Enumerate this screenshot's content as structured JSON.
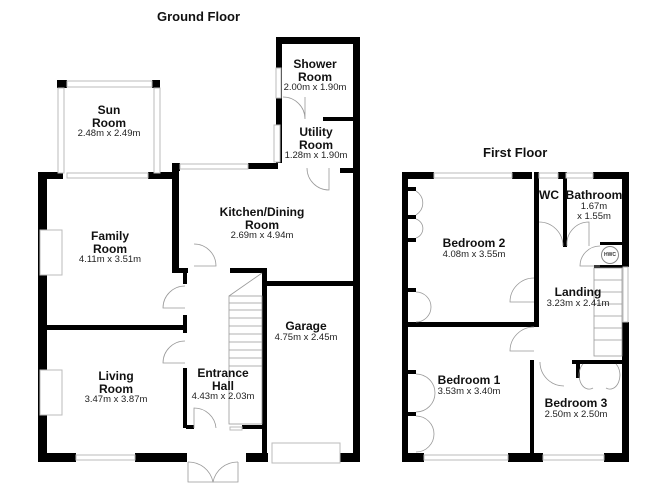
{
  "ground_floor": {
    "title": "Ground Floor",
    "rooms": [
      {
        "name": "Sun Room",
        "line1": "Sun",
        "line2": "Room",
        "dims": "2.48m x 2.49m"
      },
      {
        "name": "Shower Room",
        "line1": "Shower",
        "line2": "Room",
        "dims": "2.00m x 1.90m"
      },
      {
        "name": "Utility Room",
        "line1": "Utility",
        "line2": "Room",
        "dims": "1.28m x 1.90m"
      },
      {
        "name": "Family Room",
        "line1": "Family",
        "line2": "Room",
        "dims": "4.11m x 3.51m"
      },
      {
        "name": "Kitchen/Dining Room",
        "line1": "Kitchen/Dining",
        "line2": "Room",
        "dims": "2.69m x 4.94m"
      },
      {
        "name": "Garage",
        "line1": "Garage",
        "line2": "",
        "dims": "4.75m x 2.45m"
      },
      {
        "name": "Living Room",
        "line1": "Living",
        "line2": "Room",
        "dims": "3.47m x 3.87m"
      },
      {
        "name": "Entrance Hall",
        "line1": "Entrance",
        "line2": "Hall",
        "dims": "4.43m x 2.03m"
      }
    ]
  },
  "first_floor": {
    "title": "First Floor",
    "rooms": [
      {
        "name": "Bedroom 2",
        "line1": "Bedroom 2",
        "dims": "4.08m x 3.55m"
      },
      {
        "name": "WC",
        "line1": "WC",
        "dims": ""
      },
      {
        "name": "Bathroom",
        "line1": "Bathroom",
        "dims_line1": "1.67m",
        "dims_line2": "x 1.55m"
      },
      {
        "name": "Landing",
        "line1": "Landing",
        "dims": "3.23m x 2.41m"
      },
      {
        "name": "Bedroom 1",
        "line1": "Bedroom 1",
        "dims": "3.53m x 3.40m"
      },
      {
        "name": "Bedroom 3",
        "line1": "Bedroom 3",
        "dims": "2.50m x 2.50m"
      }
    ],
    "hwc_label": "HWC"
  },
  "colors": {
    "wall": "#000000",
    "window": "#cccccc",
    "fixture": "#999999",
    "background": "#ffffff"
  }
}
